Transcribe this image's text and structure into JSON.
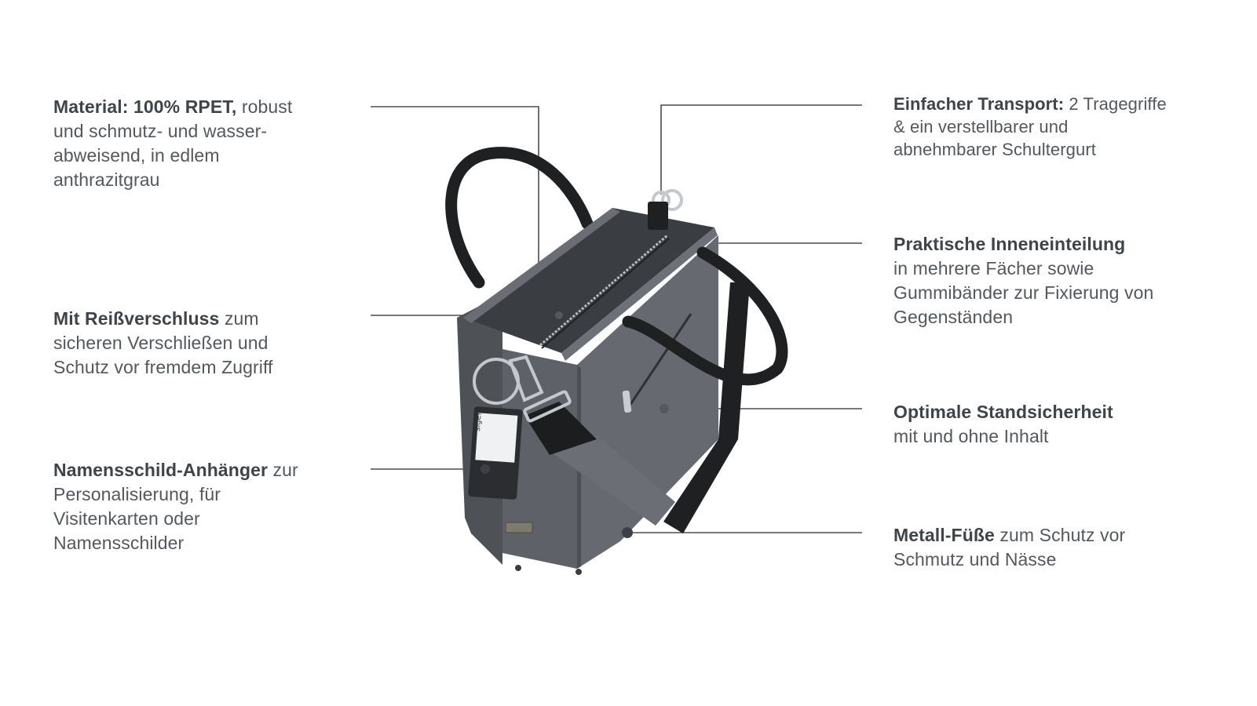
{
  "features": {
    "material": {
      "lead": "Material: 100% RPET,",
      "text": " robust und schmutz- und wasser-abweisend, in edlem anthrazitgrau",
      "lines": [
        "robust",
        "und schmutz- und wasser-",
        "abweisend, in edlem",
        "anthrazitgrau"
      ]
    },
    "zipper": {
      "lead": "Mit Reißverschluss",
      "lines": [
        "zum",
        "sicheren Verschließen und",
        "Schutz vor fremdem Zugriff"
      ]
    },
    "nametag": {
      "lead": "Namensschild-Anhänger",
      "lines": [
        "zur",
        "Personalisierung, für",
        "Visitenkarten oder",
        "Namensschilder"
      ]
    },
    "transport": {
      "lead": "Einfacher Transport:",
      "lines": [
        "2 Tragegriffe",
        "& ein verstellbarer und",
        "abnehmbarer Schultergurt"
      ]
    },
    "interior": {
      "lead": "Praktische Inneneinteilung",
      "lines": [
        "in mehrere Fächer sowie",
        "Gummibänder zur Fixierung von",
        "Gegenständen"
      ]
    },
    "stability": {
      "lead": "Optimale Standsicherheit",
      "lines": [
        "mit und ohne Inhalt"
      ]
    },
    "feet": {
      "lead": "Metall-Füße",
      "lines": [
        "zum Schutz vor",
        "Schmutz und Nässe"
      ]
    }
  },
  "product": {
    "tag_brand": "sigel"
  },
  "colors": {
    "bag_body": "#5d6168",
    "bag_dark": "#3e4146",
    "strap": "#1f2022",
    "leader_line": "#4a4d52",
    "text": "#53585d"
  }
}
